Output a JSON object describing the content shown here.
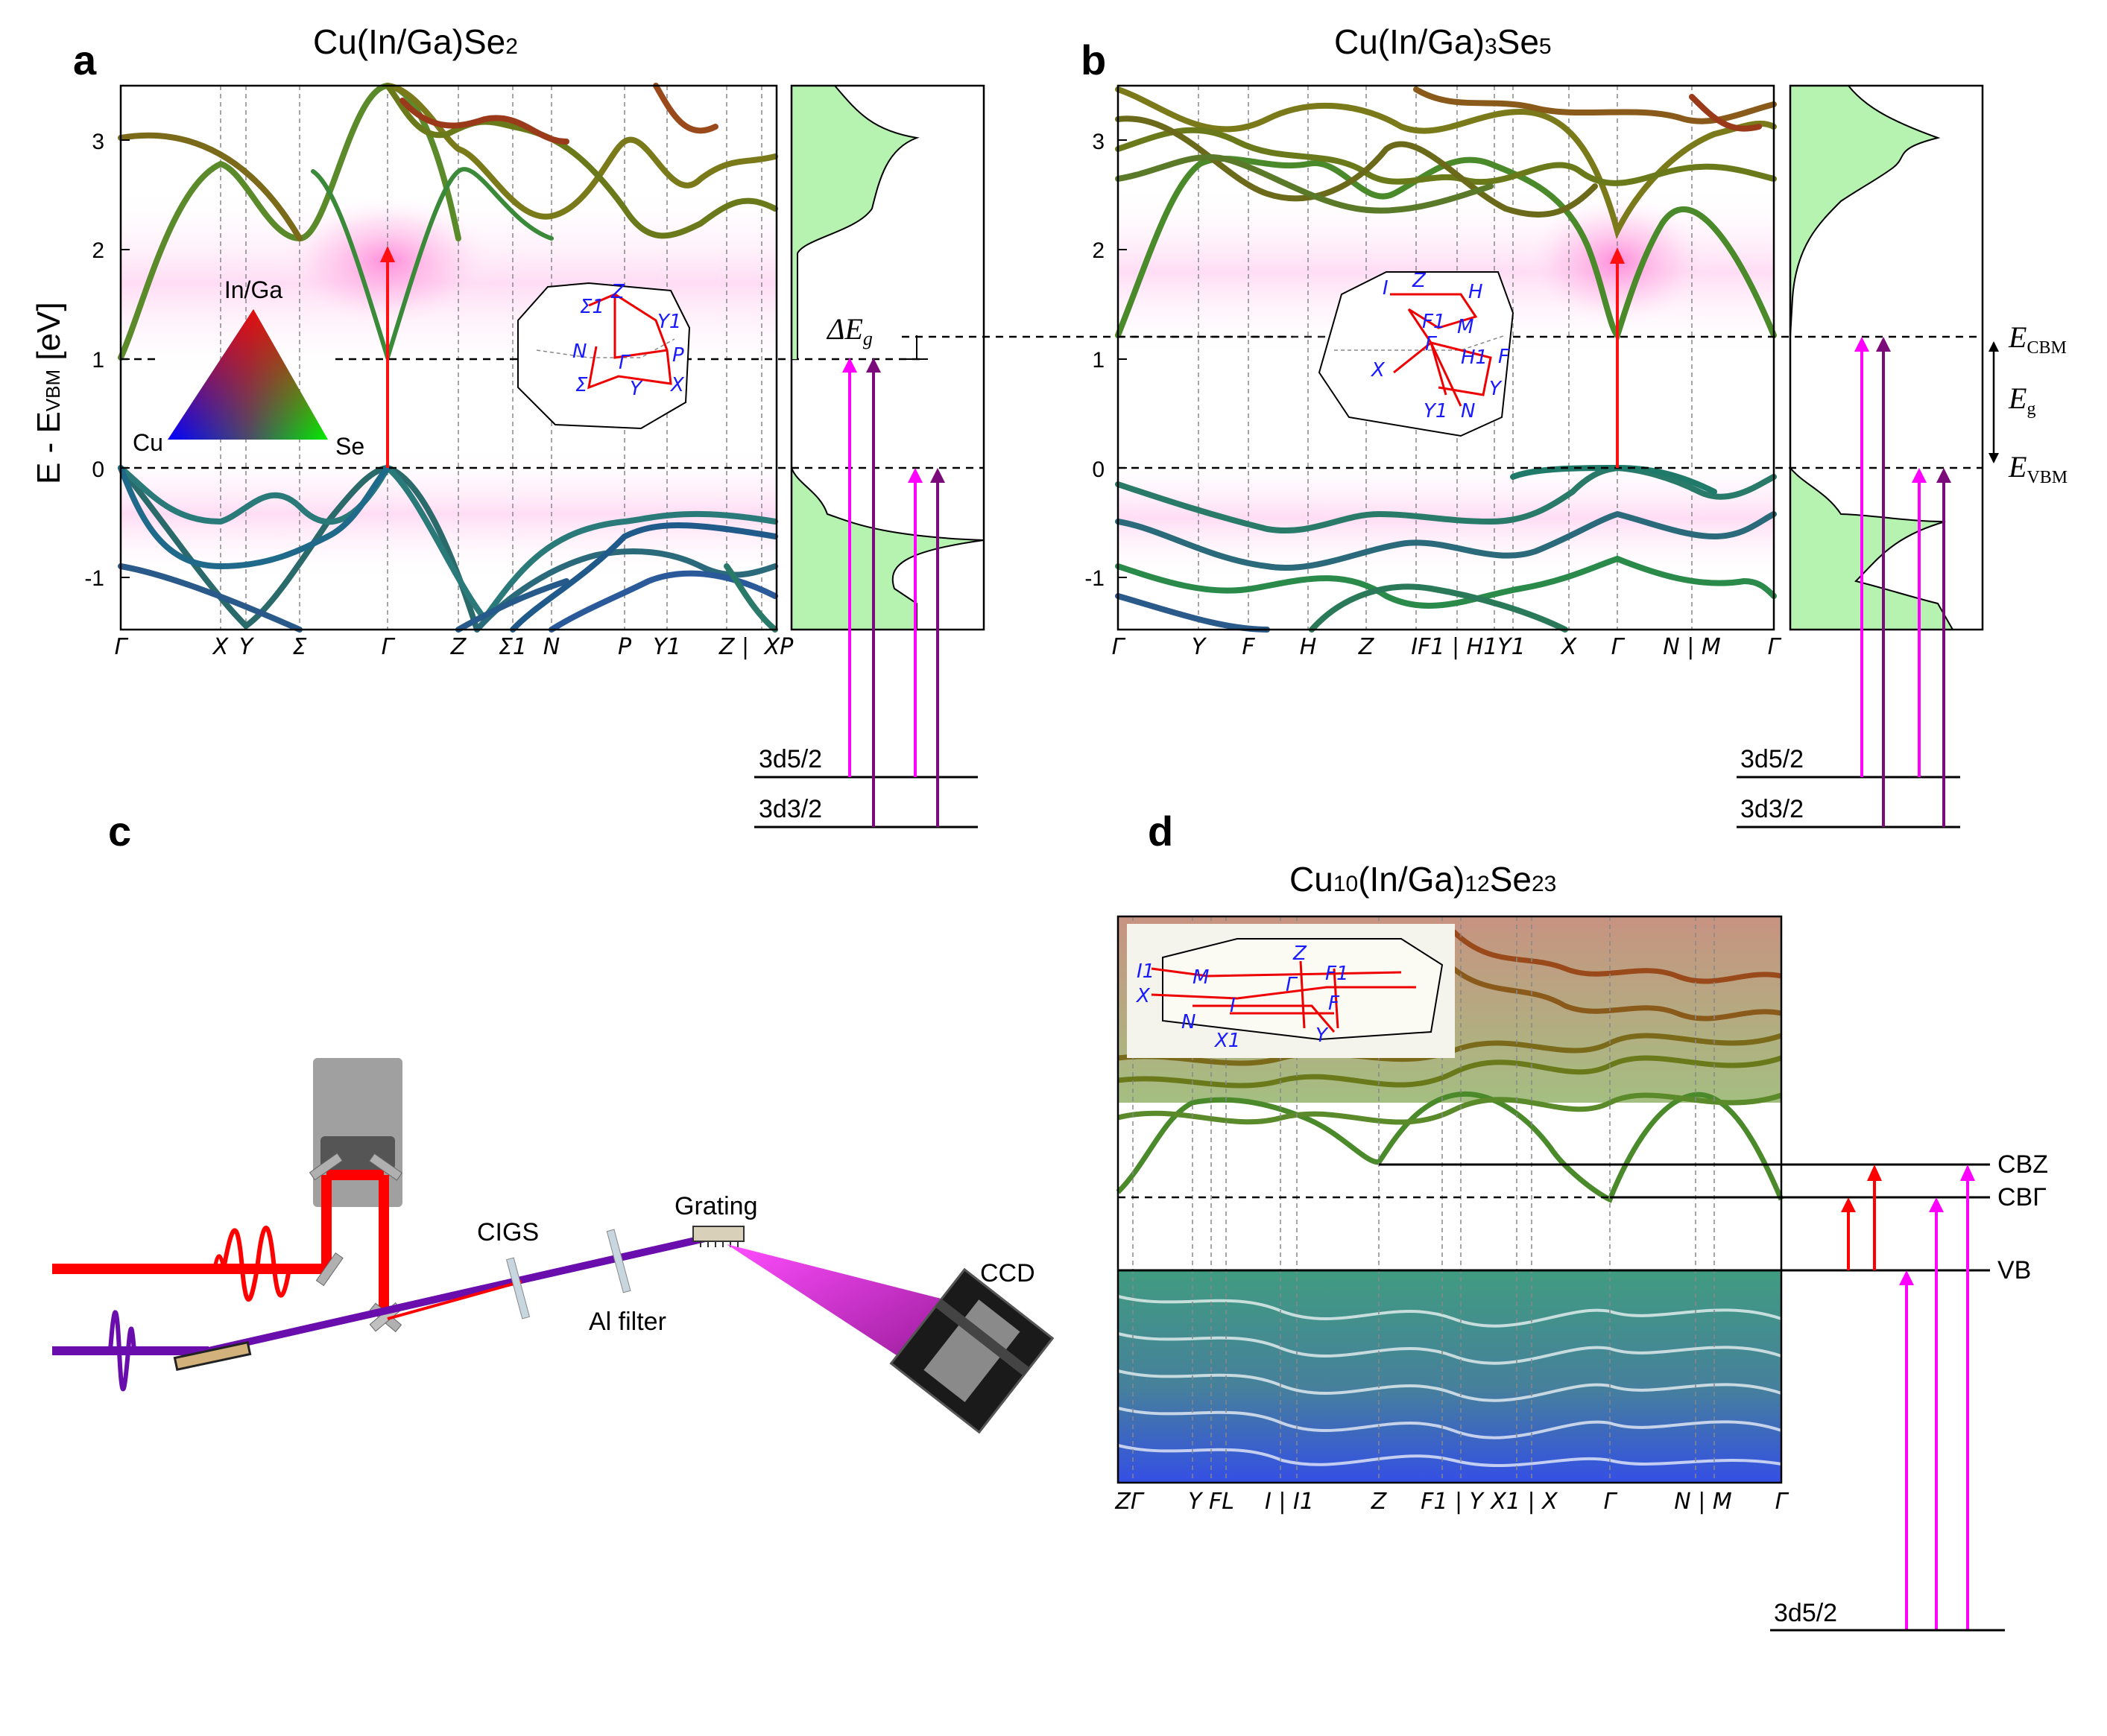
{
  "panels": {
    "a": {
      "letter": "a",
      "title_parts": [
        "Cu(In/Ga)Se",
        "2"
      ],
      "ylabel_parts": [
        "E - E",
        "VBM",
        " [eV]"
      ],
      "yticks": [
        "3",
        "2",
        "1",
        "0",
        "-1"
      ],
      "kpoints": [
        "Γ",
        "X",
        "Y",
        "Σ",
        "Γ",
        "Z",
        "Σ1",
        "N",
        "P",
        "Y1",
        "Z |",
        "XP"
      ],
      "triangle": {
        "top": "In/Ga",
        "left": "Cu",
        "right": "Se"
      },
      "bz_labels": [
        "Σ1",
        "Z",
        "Y1",
        "N",
        "Γ",
        "P",
        "Σ",
        "Y",
        "X"
      ],
      "delta_eg": "ΔE",
      "delta_eg_sub": "g",
      "core": [
        "3d5/2",
        "3d3/2"
      ]
    },
    "b": {
      "letter": "b",
      "title_parts": [
        "Cu(In/Ga)",
        "3",
        "Se",
        "5"
      ],
      "yticks": [
        "3",
        "2",
        "1",
        "0",
        "-1"
      ],
      "kpoints": [
        "Γ",
        "Y",
        "F",
        "H",
        "Z",
        "IF1 | H1Y1",
        "X",
        "Γ",
        "N | M",
        "Γ"
      ],
      "bz_labels": [
        "I",
        "Z",
        "H",
        "F1",
        "M",
        "Γ",
        "H1",
        "F",
        "X",
        "Y",
        "Y1",
        "N"
      ],
      "energy_labels": {
        "cbm": "E",
        "cbm_sub": "CBM",
        "eg": "E",
        "eg_sub": "g",
        "vbm": "E",
        "vbm_sub": "VBM"
      },
      "core": [
        "3d5/2",
        "3d3/2"
      ]
    },
    "c": {
      "letter": "c",
      "labels": {
        "sample": "CIGS",
        "filter": "Al filter",
        "grating": "Grating",
        "detector": "CCD"
      }
    },
    "d": {
      "letter": "d",
      "title_parts": [
        "Cu",
        "10",
        "(In/Ga)",
        "12",
        "Se",
        "23"
      ],
      "kpoints": [
        "ZΓ",
        "Y FL",
        "I | I1",
        "Z",
        "F1 | Y",
        "X1 | X",
        "Γ",
        "N | M",
        "Γ"
      ],
      "bz_labels": [
        "I1",
        "M",
        "Z",
        "F1",
        "X",
        "Γ",
        "I",
        "F",
        "N",
        "X1",
        "Y"
      ],
      "levels": [
        "CBZ",
        "CBΓ",
        "VB"
      ],
      "core": [
        "3d5/2"
      ]
    }
  },
  "colors": {
    "pump": "#ff0000",
    "xuv": "#6a0dad",
    "magenta_arrow": "#ff00ff",
    "purple_arrow": "#7b0a7b",
    "dos_fill": "#b6f2b0",
    "glow": "#ff7fd0",
    "cb_band": "#7a7a1a",
    "vb_band": "#2a7a70"
  }
}
